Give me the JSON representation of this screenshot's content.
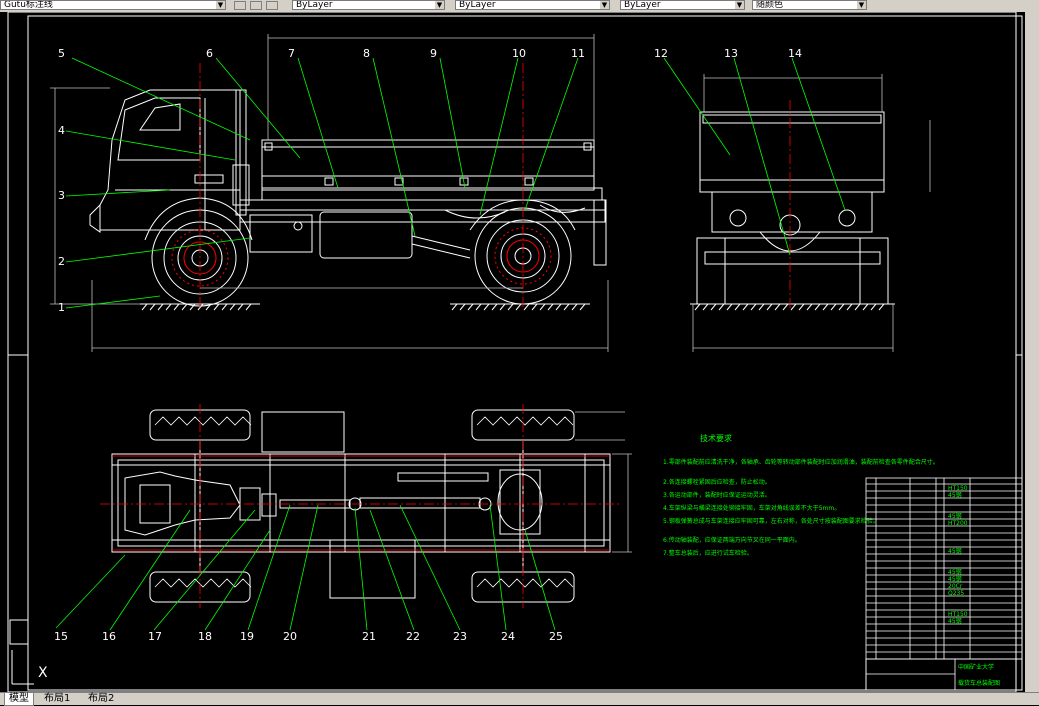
{
  "toolbar": {
    "style_combo": "Gutu标注线",
    "layer_combo_1": "ByLayer",
    "layer_combo_2": "ByLayer",
    "layer_combo_3": "ByLayer",
    "color_combo": "随颜色"
  },
  "drawing": {
    "callouts_top": [
      "5",
      "6",
      "7",
      "8",
      "9",
      "10",
      "11",
      "12",
      "13",
      "14"
    ],
    "callouts_left": [
      "4",
      "3",
      "2",
      "1"
    ],
    "callouts_bottom": [
      "15",
      "16",
      "17",
      "18",
      "19",
      "20",
      "21",
      "22",
      "23",
      "24",
      "25"
    ],
    "tech_title": "技术要求",
    "tech_items": [
      "1.零部件装配前应清洗干净，各轴承、齿轮等转动部件装配时应加润滑油，装配前检查各零件配合尺寸。",
      "2.各连接螺栓紧固后应检查，防止松动。",
      "3.各运动部件，装配时应保证运动灵活。",
      "4.车架纵梁与横梁连接处铆接牢固，车架对角线误差不大于5mm。",
      "5.钢板弹簧总成与车架连接应牢固可靠，左右对称，各处尺寸按装配图要求检验。",
      "6.传动轴装配，应保证两端万向节叉在同一平面内。",
      "7.整车总装后，应进行试车检验。"
    ],
    "title_block_title": "中国矿业大学",
    "title_block_subtitle": "载货车总装配图"
  },
  "parts_list": {
    "materials": [
      "HT150",
      "45钢",
      "45钢",
      "HT200",
      "45钢",
      "45钢",
      "45钢",
      "20Cr",
      "Q235",
      "HT150",
      "45钢"
    ]
  },
  "tabs": [
    "模型",
    "布局1",
    "布局2"
  ],
  "ucs_label": "X",
  "colors": {
    "line_white": "#ffffff",
    "line_green": "#00ff00",
    "line_red": "#ff0000",
    "background": "#000000",
    "ui_gray": "#d4d0c8"
  }
}
